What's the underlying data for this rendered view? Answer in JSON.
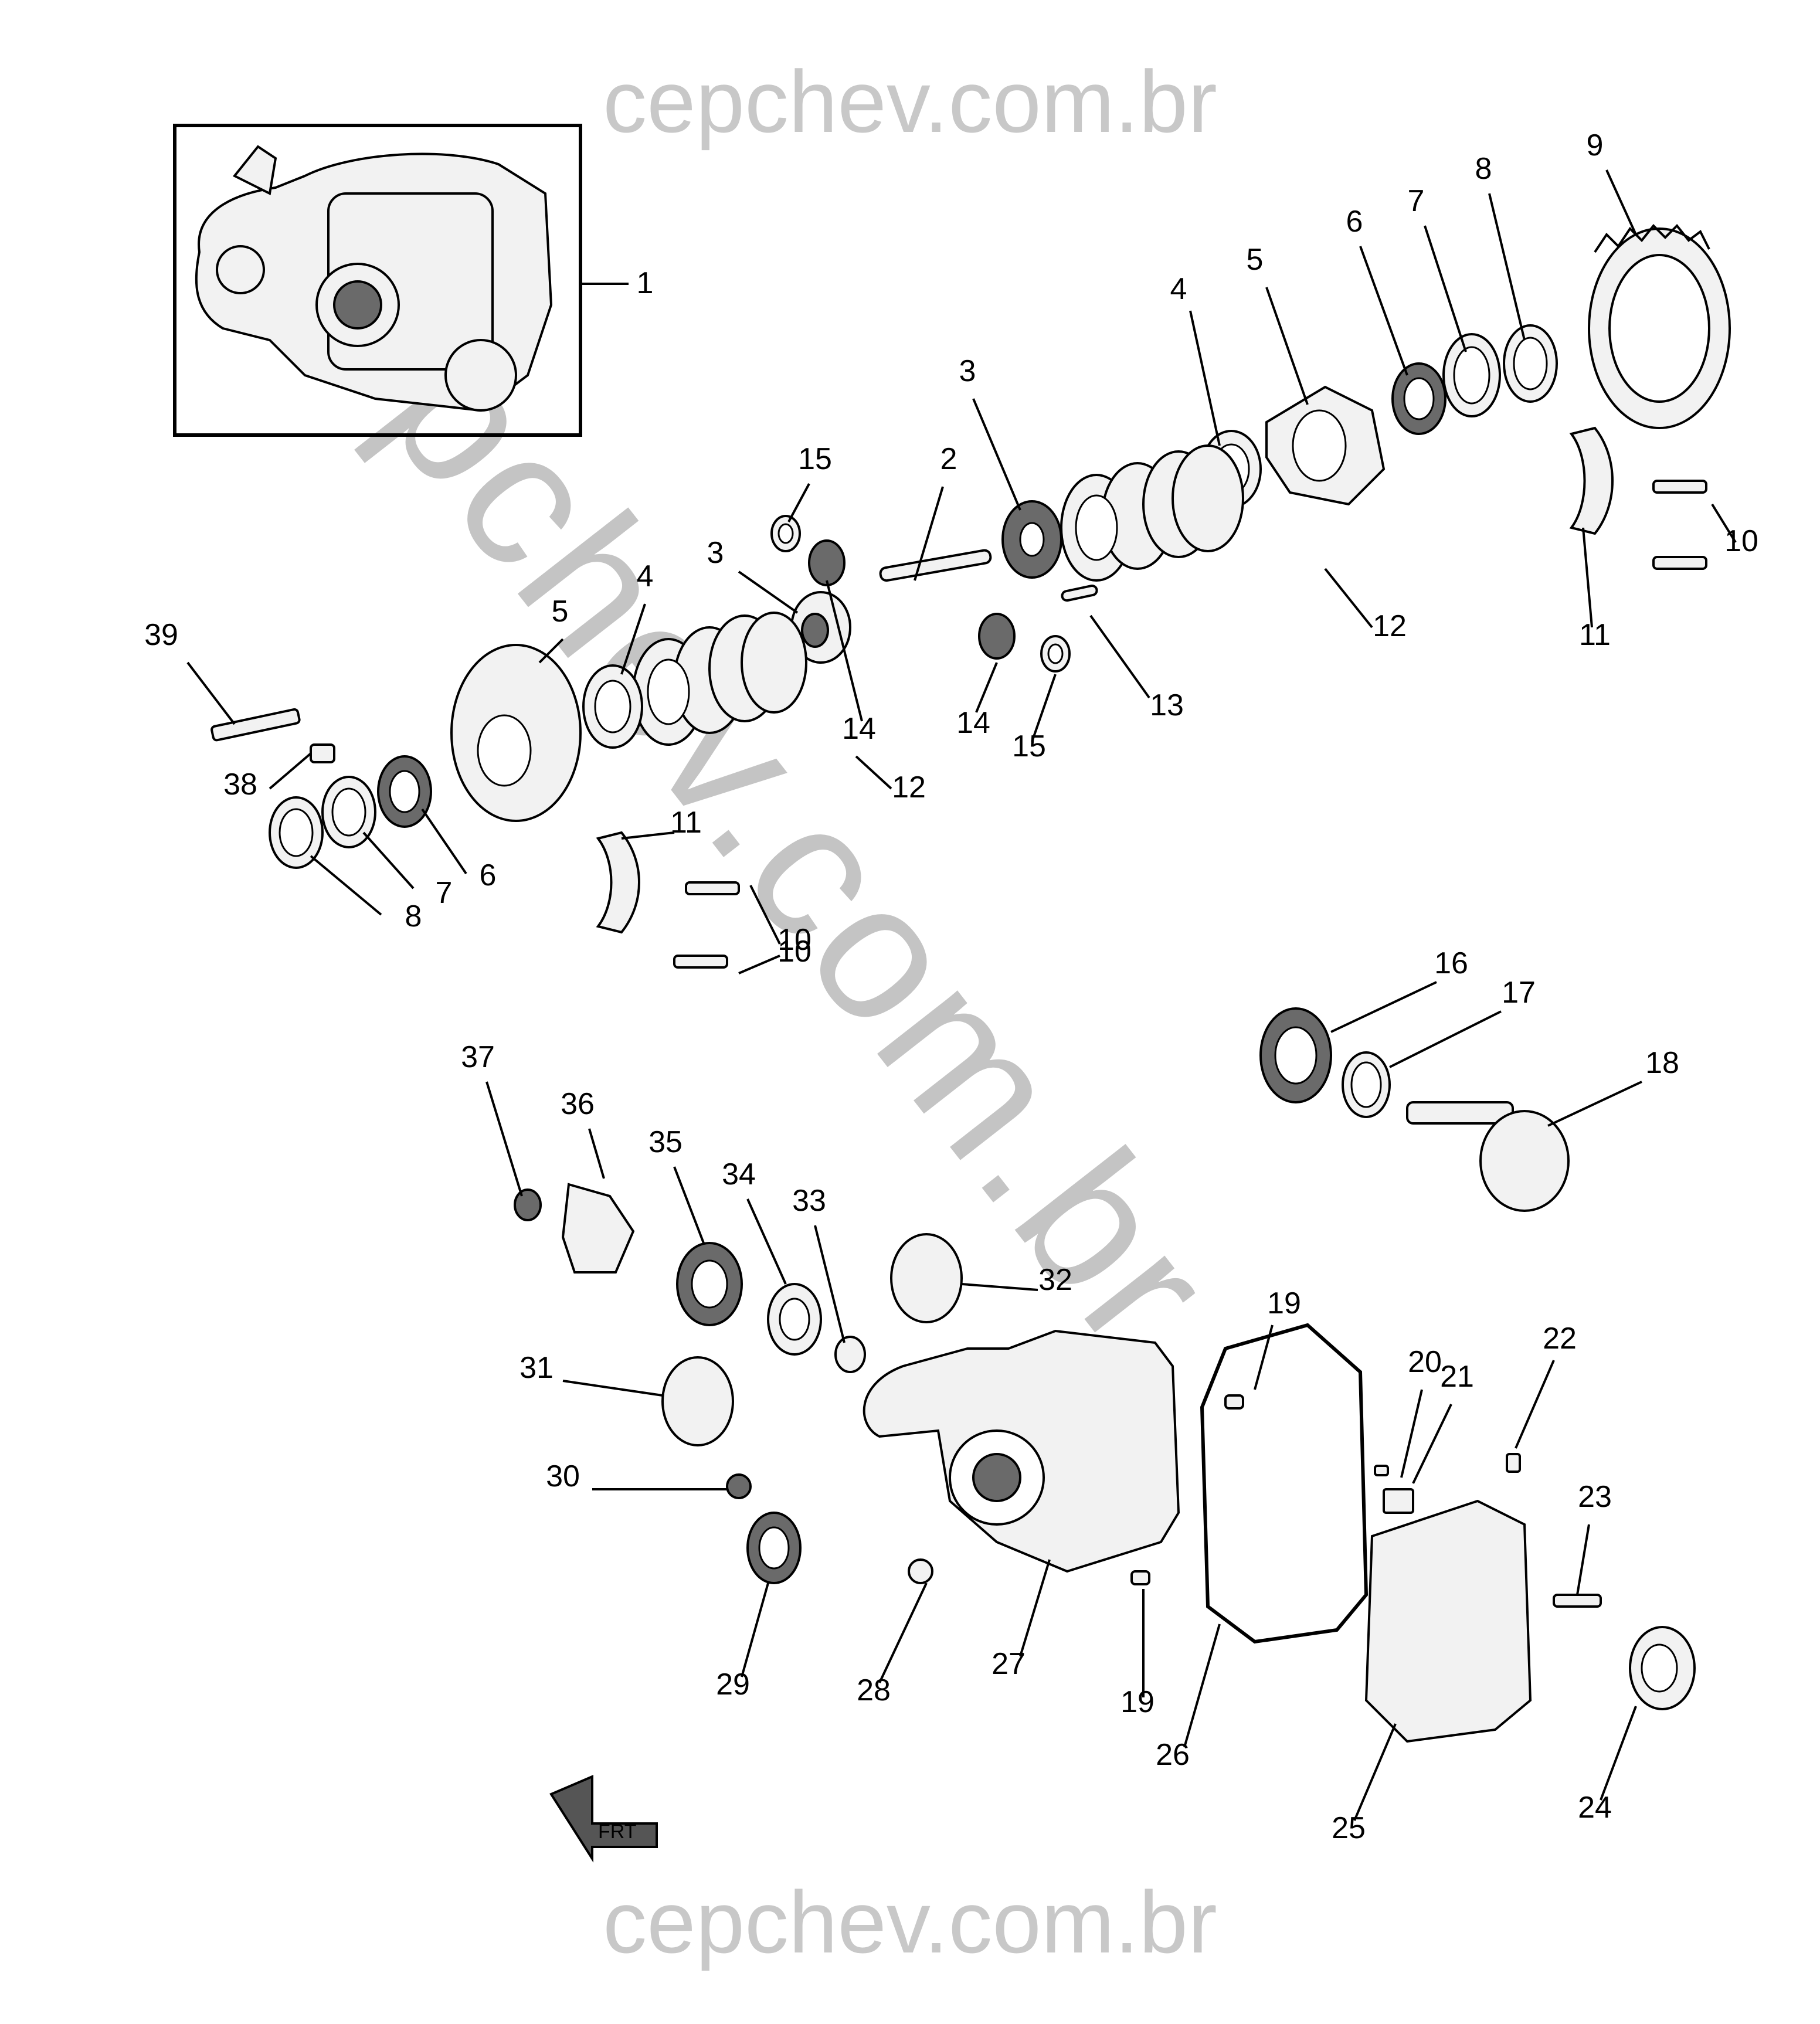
{
  "watermarks": {
    "top": "cepchev.com.br",
    "bottom": "cepchev.com.br",
    "diagonal": "cepchev.com.br"
  },
  "callouts": [
    "1",
    "2",
    "3",
    "3",
    "4",
    "4",
    "5",
    "5",
    "6",
    "6",
    "7",
    "7",
    "8",
    "8",
    "9",
    "10",
    "10",
    "10",
    "11",
    "11",
    "12",
    "12",
    "13",
    "14",
    "14",
    "15",
    "15",
    "16",
    "17",
    "18",
    "19",
    "19",
    "20",
    "21",
    "22",
    "23",
    "24",
    "25",
    "26",
    "27",
    "28",
    "29",
    "30",
    "31",
    "32",
    "33",
    "34",
    "35",
    "36",
    "37",
    "38",
    "39"
  ],
  "front_indicator": "FRT"
}
